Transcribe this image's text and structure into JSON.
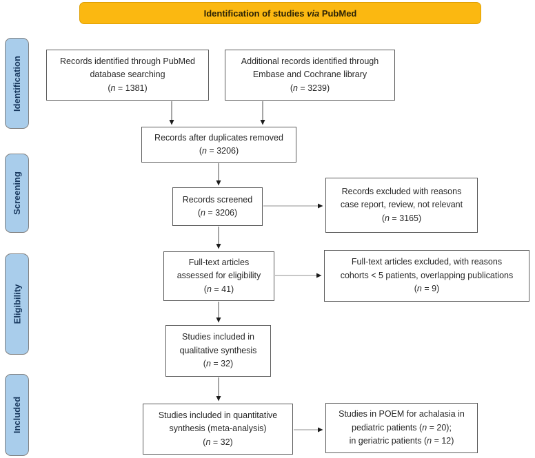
{
  "banner": {
    "text": "Identification of studies via PubMed"
  },
  "sidebar": {
    "stages": [
      {
        "id": "identification",
        "label": "Identification"
      },
      {
        "id": "screening",
        "label": "Screening"
      },
      {
        "id": "eligibility",
        "label": "Eligibility"
      },
      {
        "id": "included",
        "label": "Included"
      }
    ]
  },
  "flow": {
    "boxes": {
      "pubmed": {
        "lines": [
          "Records identified through PubMed",
          "database searching",
          "(n = 1381)"
        ],
        "n": 1381
      },
      "additional": {
        "lines": [
          "Additional records identified through",
          "Embase and Cochrane library",
          "(n = 3239)"
        ],
        "n": 3239
      },
      "duplicates": {
        "lines": [
          "Records after duplicates removed",
          "(n = 3206)"
        ],
        "n": 3206
      },
      "screened": {
        "lines": [
          "Records screened",
          "(n = 3206)"
        ],
        "n": 3206
      },
      "excluded_screening": {
        "lines": [
          "Records excluded with reasons",
          "case report, review, not relevant",
          "(n = 3165)"
        ],
        "n": 3165
      },
      "fulltext": {
        "lines": [
          "Full-text articles",
          "assessed for eligibility",
          "(n = 41)"
        ],
        "n": 41
      },
      "excluded_fulltext": {
        "lines": [
          "Full-text articles excluded, with reasons",
          "cohorts < 5 patients, overlapping publications",
          "(n = 9)"
        ],
        "n": 9
      },
      "qualitative": {
        "lines": [
          "Studies included in",
          "qualitative synthesis",
          "(n = 32)"
        ],
        "n": 32
      },
      "quantitative": {
        "lines": [
          "Studies included in quantitative",
          "synthesis (meta-analysis)",
          "(n = 32)"
        ],
        "n": 32
      },
      "subgroups": {
        "lines": [
          "Studies in POEM for achalasia in",
          "pediatric patients (n = 20);",
          "in geriatric patients (n = 12)"
        ]
      }
    },
    "edges": [
      {
        "from": "pubmed",
        "to": "duplicates"
      },
      {
        "from": "additional",
        "to": "duplicates"
      },
      {
        "from": "duplicates",
        "to": "screened"
      },
      {
        "from": "screened",
        "to": "excluded_screening"
      },
      {
        "from": "screened",
        "to": "fulltext"
      },
      {
        "from": "fulltext",
        "to": "excluded_fulltext"
      },
      {
        "from": "fulltext",
        "to": "qualitative"
      },
      {
        "from": "qualitative",
        "to": "quantitative"
      },
      {
        "from": "quantitative",
        "to": "subgroups"
      }
    ]
  },
  "colors": {
    "banner_fill": "#fbb811",
    "banner_border": "#dfa004",
    "stage_fill": "#a9cdeb",
    "stage_text": "#17375d",
    "box_border": "#595959",
    "arrow_line": "#6e6e6e",
    "arrow_head": "#1c1c1c"
  }
}
